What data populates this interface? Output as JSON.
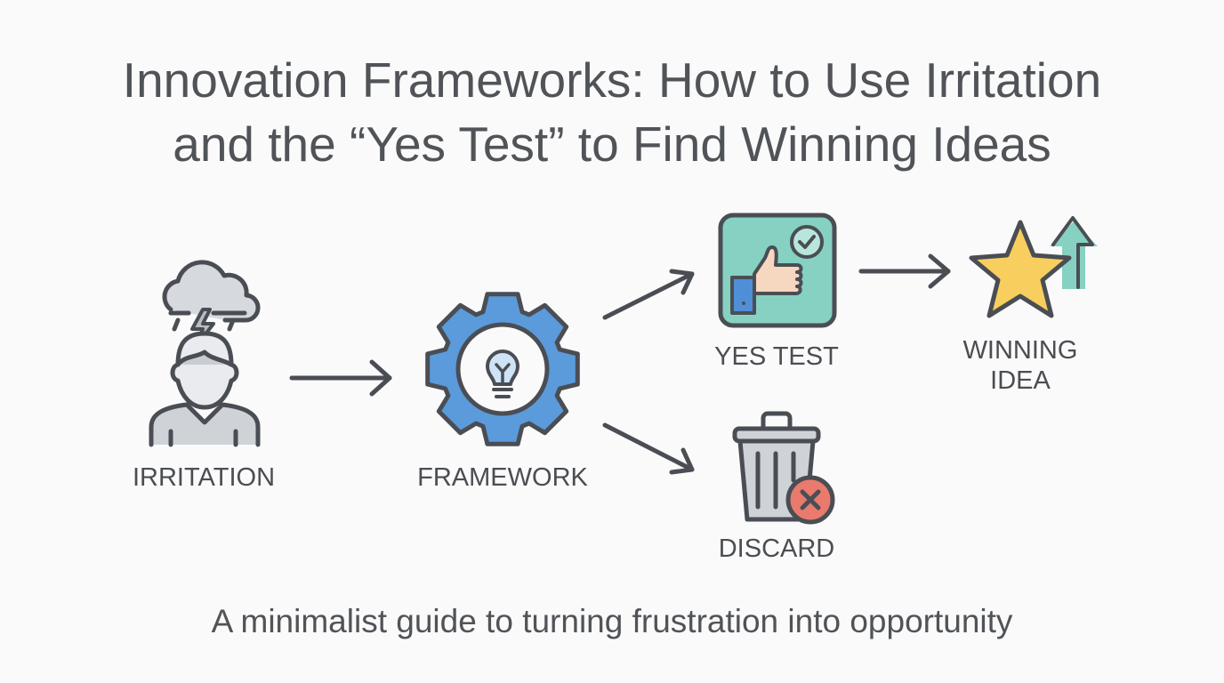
{
  "title": {
    "line1": "Innovation Frameworks: How to Use Irritation",
    "line2": "and the “Yes Test” to Find Winning Ideas"
  },
  "nodes": {
    "irritation": "IRRITATION",
    "framework": "FRAMEWORK",
    "yes_test": "YES TEST",
    "winning_idea_line1": "WINNING",
    "winning_idea_line2": "IDEA",
    "discard": "DISCARD"
  },
  "subtitle": "A minimalist guide to turning frustration into opportunity",
  "colors": {
    "stroke": "#4a4e54",
    "gear": "#5b9bdc",
    "teal": "#86d1c1",
    "star": "#f8cf5e",
    "discard_x": "#ea7a6e",
    "gray_fill": "#cfd3d8"
  }
}
